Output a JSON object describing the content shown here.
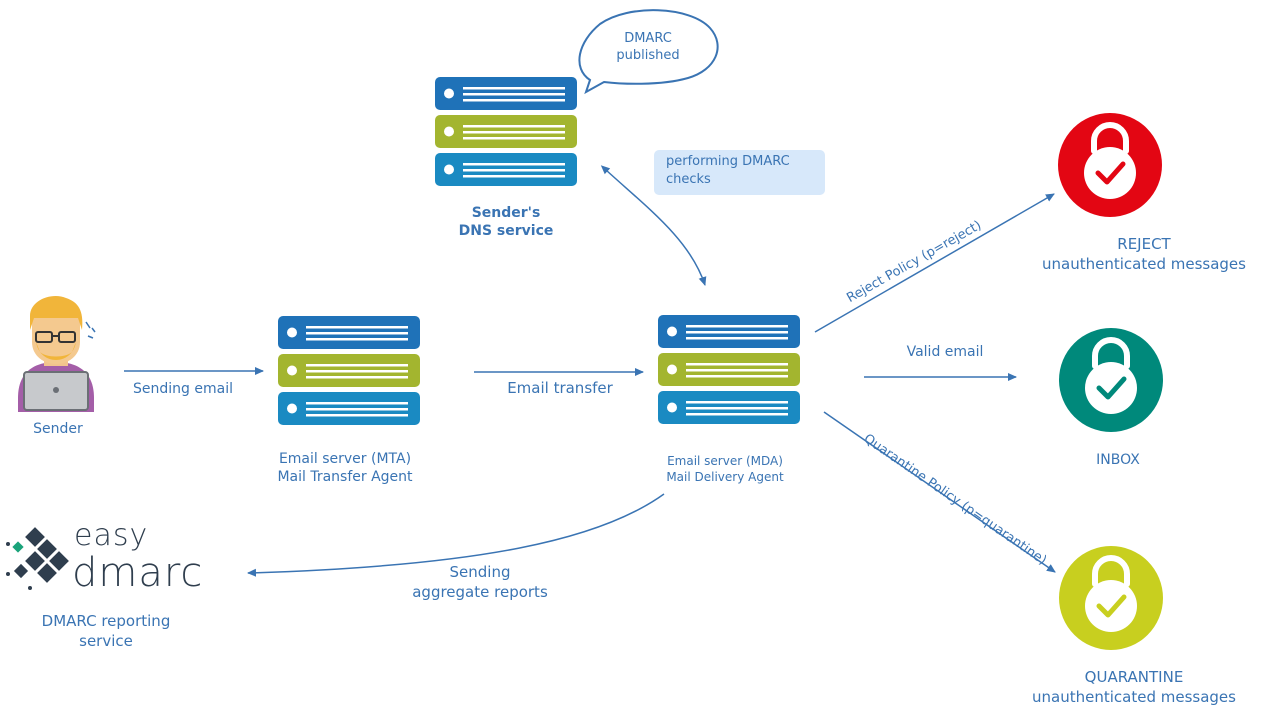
{
  "bubble": {
    "line1": "DMARC",
    "line2": "published"
  },
  "dns_service": {
    "line1": "Sender's",
    "line2": "DNS service"
  },
  "dns_check_note": {
    "line1": "performing DMARC",
    "line2": "checks"
  },
  "sender": {
    "label": "Sender"
  },
  "arrows": {
    "sending_email": "Sending email",
    "email_transfer": "Email transfer",
    "reject_policy": "Reject Policy (p=reject)",
    "valid_email": "Valid email",
    "quarantine_policy": "Quarantine Policy (p=quarantine)",
    "aggregate_line1": "Sending",
    "aggregate_line2": "aggregate reports"
  },
  "mta": {
    "line1": "Email server (MTA)",
    "line2": "Mail Transfer Agent"
  },
  "mda": {
    "line1": "Email server (MDA)",
    "line2": "Mail Delivery Agent"
  },
  "outcomes": {
    "reject": {
      "line1": "REJECT",
      "line2": "unauthenticated messages",
      "color": "#e30613"
    },
    "inbox": {
      "line1": "INBOX",
      "color": "#00897b"
    },
    "quarantine": {
      "line1": "QUARANTINE",
      "line2": "unauthenticated messages",
      "color": "#c8cf1f"
    }
  },
  "logo": {
    "top": "easy",
    "bottom": "dmarc"
  },
  "reporting": {
    "line1": "DMARC reporting",
    "line2": "service"
  },
  "colors": {
    "server_blue": "#1f72b8",
    "server_green": "#a3b52f",
    "server_teal": "#1a8ac2",
    "arrow": "#3a74b3"
  }
}
